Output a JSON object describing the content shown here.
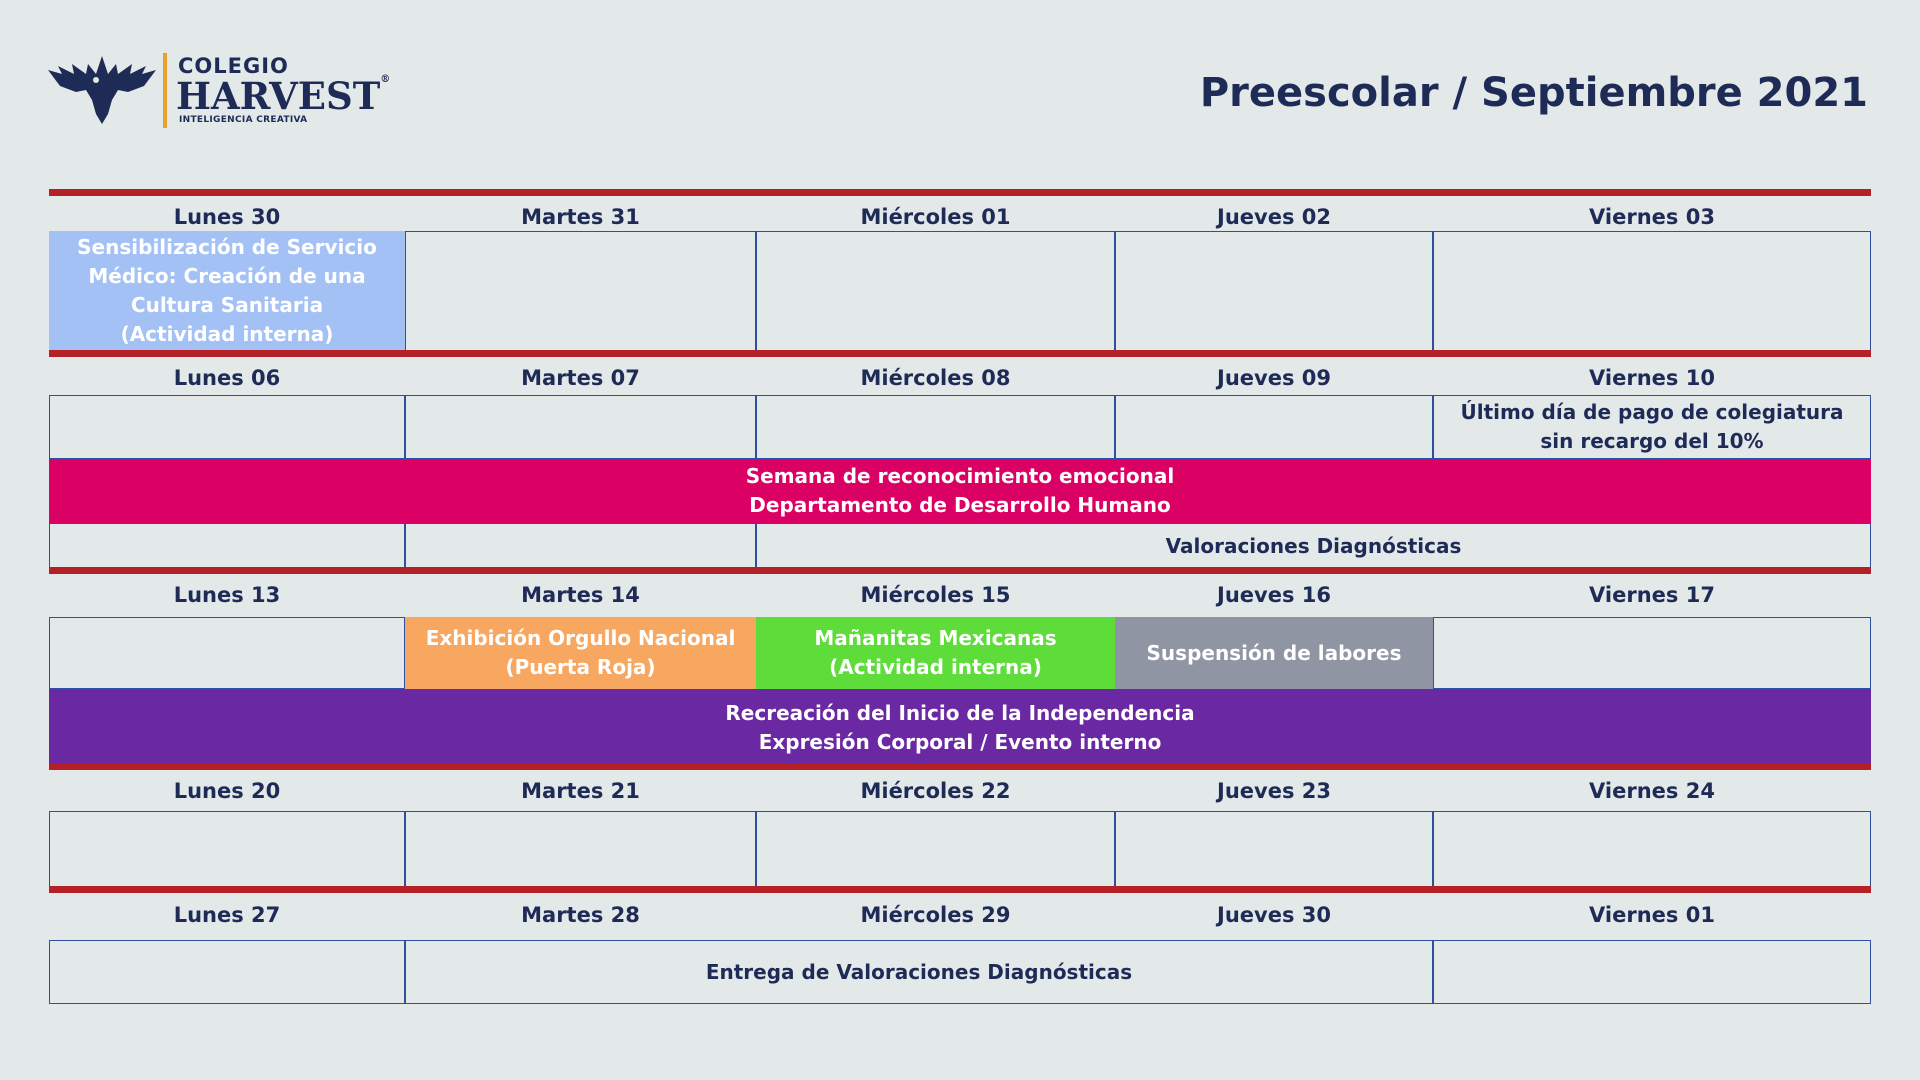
{
  "header": {
    "logo_line1": "COLEGIO",
    "logo_line2": "HARVEST",
    "logo_registered": "®",
    "logo_tagline": "INTELIGENCIA CREATIVA",
    "title": "Preescolar  / Septiembre 2021"
  },
  "weeks": [
    {
      "days": [
        "Lunes 30",
        "Martes 31",
        "Miércoles 01",
        "Jueves 02",
        "Viernes 03"
      ]
    },
    {
      "days": [
        "Lunes 06",
        "Martes 07",
        "Miércoles 08",
        "Jueves 09",
        "Viernes 10"
      ]
    },
    {
      "days": [
        "Lunes 13",
        "Martes 14",
        "Miércoles 15",
        "Jueves 16",
        "Viernes 17"
      ]
    },
    {
      "days": [
        "Lunes 20",
        "Martes 21",
        "Miércoles 22",
        "Jueves 23",
        "Viernes 24"
      ]
    },
    {
      "days": [
        "Lunes 27",
        "Martes 28",
        "Miércoles 29",
        "Jueves 30",
        "Viernes 01"
      ]
    }
  ],
  "events": {
    "servicio_medico": "Sensibilización de Servicio\nMédico: Creación de una\nCultura Sanitaria\n(Actividad interna)",
    "pago_colegiatura": "Último día de pago de colegiatura\nsin recargo del 10%",
    "semana_emocional": "Semana de reconocimiento emocional\nDepartamento de Desarrollo Humano",
    "valoraciones": "Valoraciones Diagnósticas",
    "orgullo_nacional": "Exhibición Orgullo Nacional\n(Puerta Roja)",
    "mananitas": "Mañanitas Mexicanas\n(Actividad interna)",
    "suspension": "Suspensión de labores",
    "independencia": "Recreación del Inicio de la Independencia\nExpresión Corporal / Evento interno",
    "entrega_valoraciones": "Entrega de Valoraciones Diagnósticas"
  },
  "colors": {
    "background": "#e3e8e8",
    "navy": "#1f2b57",
    "red_rule": "#b52026",
    "grid_border": "#2f4fa0",
    "light_blue": "#a3c1f5",
    "magenta": "#db0063",
    "orange": "#f7a760",
    "green": "#5ddc3a",
    "gray": "#8f95a3",
    "purple": "#6a28a2",
    "logo_gold": "#e9a12a"
  },
  "icons": {
    "logo": "eagle-logo-icon"
  }
}
